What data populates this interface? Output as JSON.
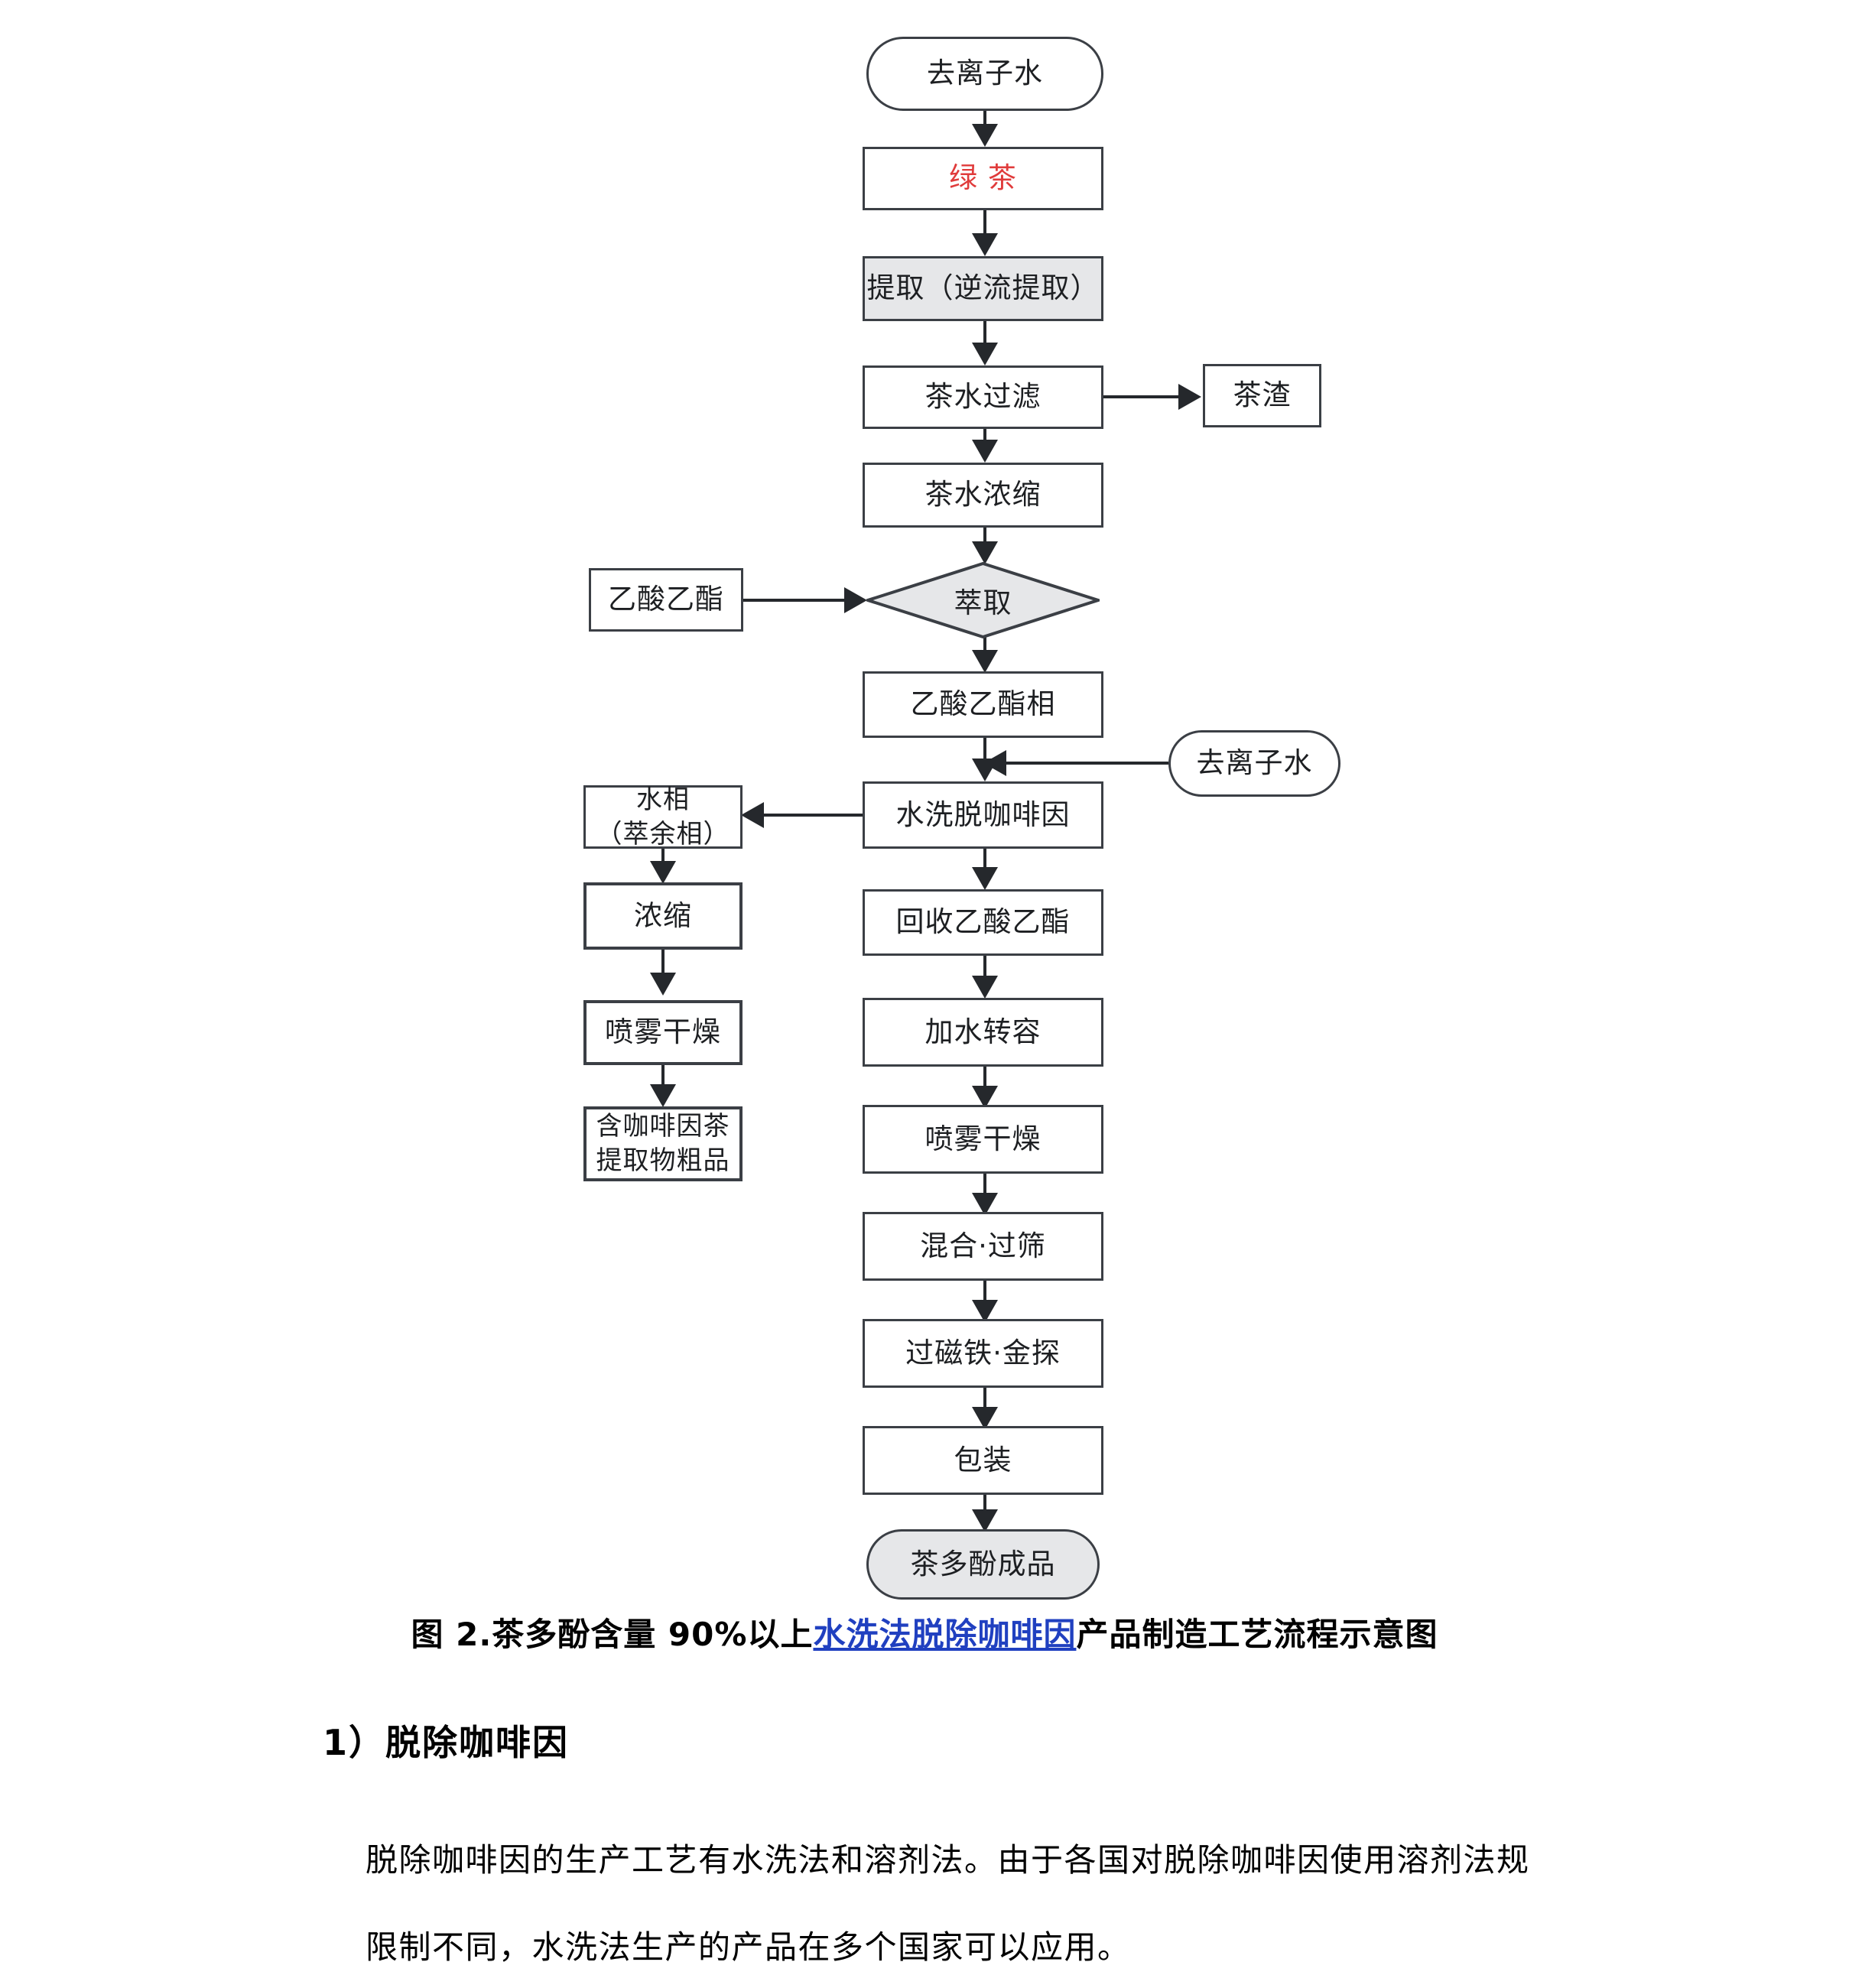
{
  "diagram": {
    "nodes": {
      "deionized_water_top": "去离子水",
      "green_tea": "绿 茶",
      "extraction": "提取（逆流提取）",
      "tea_water_filter": "茶水过滤",
      "tea_residue": "茶渣",
      "tea_water_concentrate": "茶水浓缩",
      "ethyl_acetate_input": "乙酸乙酯",
      "solvent_extraction": "萃取",
      "ethyl_acetate_phase": "乙酸乙酯相",
      "deionized_water_second": "去离子水",
      "water_wash_decaf": "水洗脱咖啡因",
      "aqueous_phase": "水相\n（萃余相）",
      "concentrate": "浓缩",
      "spray_dry_left": "喷雾干燥",
      "caffeine_crude_extract": "含咖啡因茶\n提取物粗品",
      "recover_ethyl_acetate": "回收乙酸乙酯",
      "add_water_transfer": "加水转容",
      "spray_dry_main": "喷雾干燥",
      "mix_sieve": "混合·过筛",
      "magnet_metal_detect": "过磁铁·金探",
      "packaging": "包装",
      "final_product": "茶多酚成品"
    },
    "colors": {
      "border": "#3b3f45",
      "fill_gray": "#e6e7e9",
      "red_text": "#e03b3b",
      "link_blue": "#2040c0",
      "line": "#25282c"
    }
  },
  "caption": {
    "prefix": "图 2.茶多酚含量 90%以上",
    "link": "水洗法脱除咖啡因",
    "suffix": "产品制造工艺流程示意图"
  },
  "section": {
    "heading": "1）脱除咖啡因",
    "paragraph_line1": "脱除咖啡因的生产工艺有水洗法和溶剂法。由于各国对脱除咖啡因使用溶剂法规",
    "paragraph_line2": "限制不同，水洗法生产的产品在多个国家可以应用。"
  }
}
